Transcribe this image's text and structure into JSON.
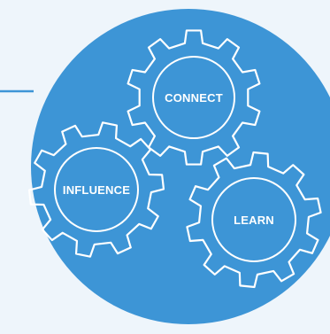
{
  "gears": [
    {
      "id": "connect",
      "label": "CONNECT"
    },
    {
      "id": "influence",
      "label": "INFLUENCE"
    },
    {
      "id": "learn",
      "label": "LEARN"
    }
  ],
  "colors": {
    "background": "#eef5fb",
    "circle": "#3d95d6",
    "gear_stroke": "#ffffff",
    "connector_line": "#3d95d6"
  }
}
